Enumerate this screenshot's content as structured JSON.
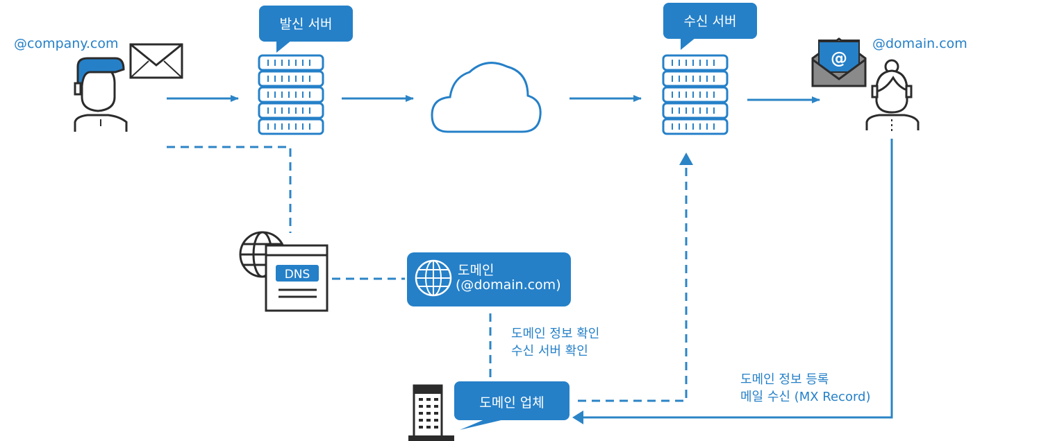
{
  "sender": {
    "email": "@company.com",
    "icon": "person-male-icon",
    "mail_icon": "envelope-icon"
  },
  "outgoing_server": {
    "label": "발신 서버",
    "icon": "server-icon"
  },
  "cloud": {
    "icon": "cloud-icon"
  },
  "incoming_server": {
    "label": "수신 서버",
    "icon": "server-icon"
  },
  "recipient": {
    "email": "@domain.com",
    "icon": "person-female-icon",
    "mail_icon": "open-envelope-at-icon",
    "at_symbol": "@"
  },
  "dns": {
    "label": "DNS",
    "icon": "dns-globe-icon"
  },
  "domain_box": {
    "line1": "도메인",
    "line2": "(@domain.com)",
    "icon": "globe-icon"
  },
  "registrar": {
    "label": "도메인 업체",
    "icon": "building-icon"
  },
  "notes": {
    "check_line1": "도메인 정보 확인",
    "check_line2": "수신 서버 확인",
    "register_line1": "도메인 정보 등록",
    "register_line2": "메일 수신 (MX Record)"
  },
  "colors": {
    "accent": "#2580c8",
    "line": "#2b84c6",
    "dark": "#2b2b2b",
    "mail_gray": "#8a8a8a"
  }
}
